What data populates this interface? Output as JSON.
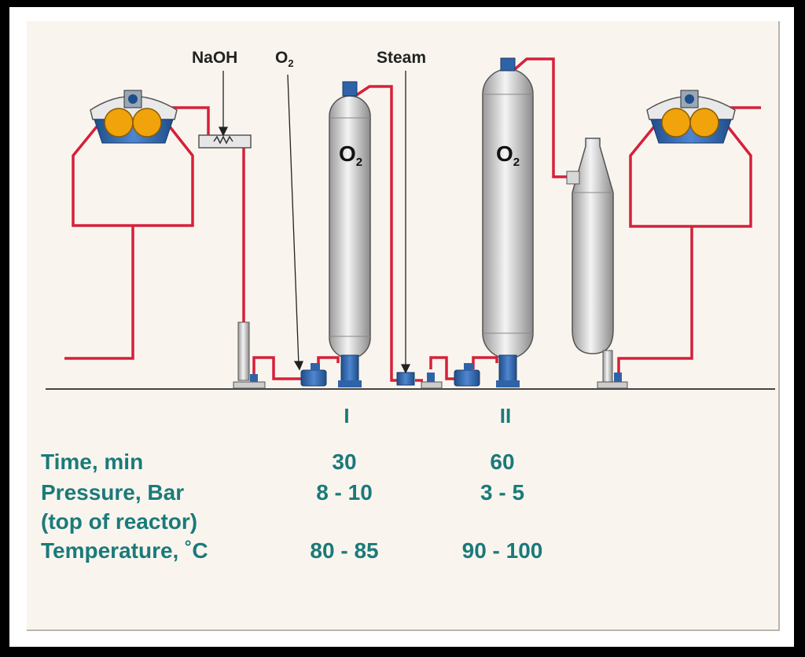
{
  "inputs": {
    "naoh": "NaOH",
    "o2_main": "O",
    "o2_sub": "2",
    "steam": "Steam"
  },
  "reactors": [
    {
      "label_main": "O",
      "label_sub": "2",
      "stage": "I"
    },
    {
      "label_main": "O",
      "label_sub": "2",
      "stage": "II"
    }
  ],
  "conditions": {
    "rows": [
      {
        "label": "Time, min",
        "stage1": "30",
        "stage2": "60"
      },
      {
        "label": "Pressure, Bar",
        "stage1": "8 - 10",
        "stage2": "3 - 5"
      },
      {
        "label": "(top of reactor)",
        "stage1": "",
        "stage2": ""
      },
      {
        "label": "Temperature, ˚C",
        "stage1": "80 - 85",
        "stage2": "90 - 100"
      }
    ]
  },
  "colors": {
    "pipe": "#d6203a",
    "equipment_blue": "#2f63a8",
    "roller_orange": "#f0a30a",
    "text_teal": "#1b7a7a"
  }
}
